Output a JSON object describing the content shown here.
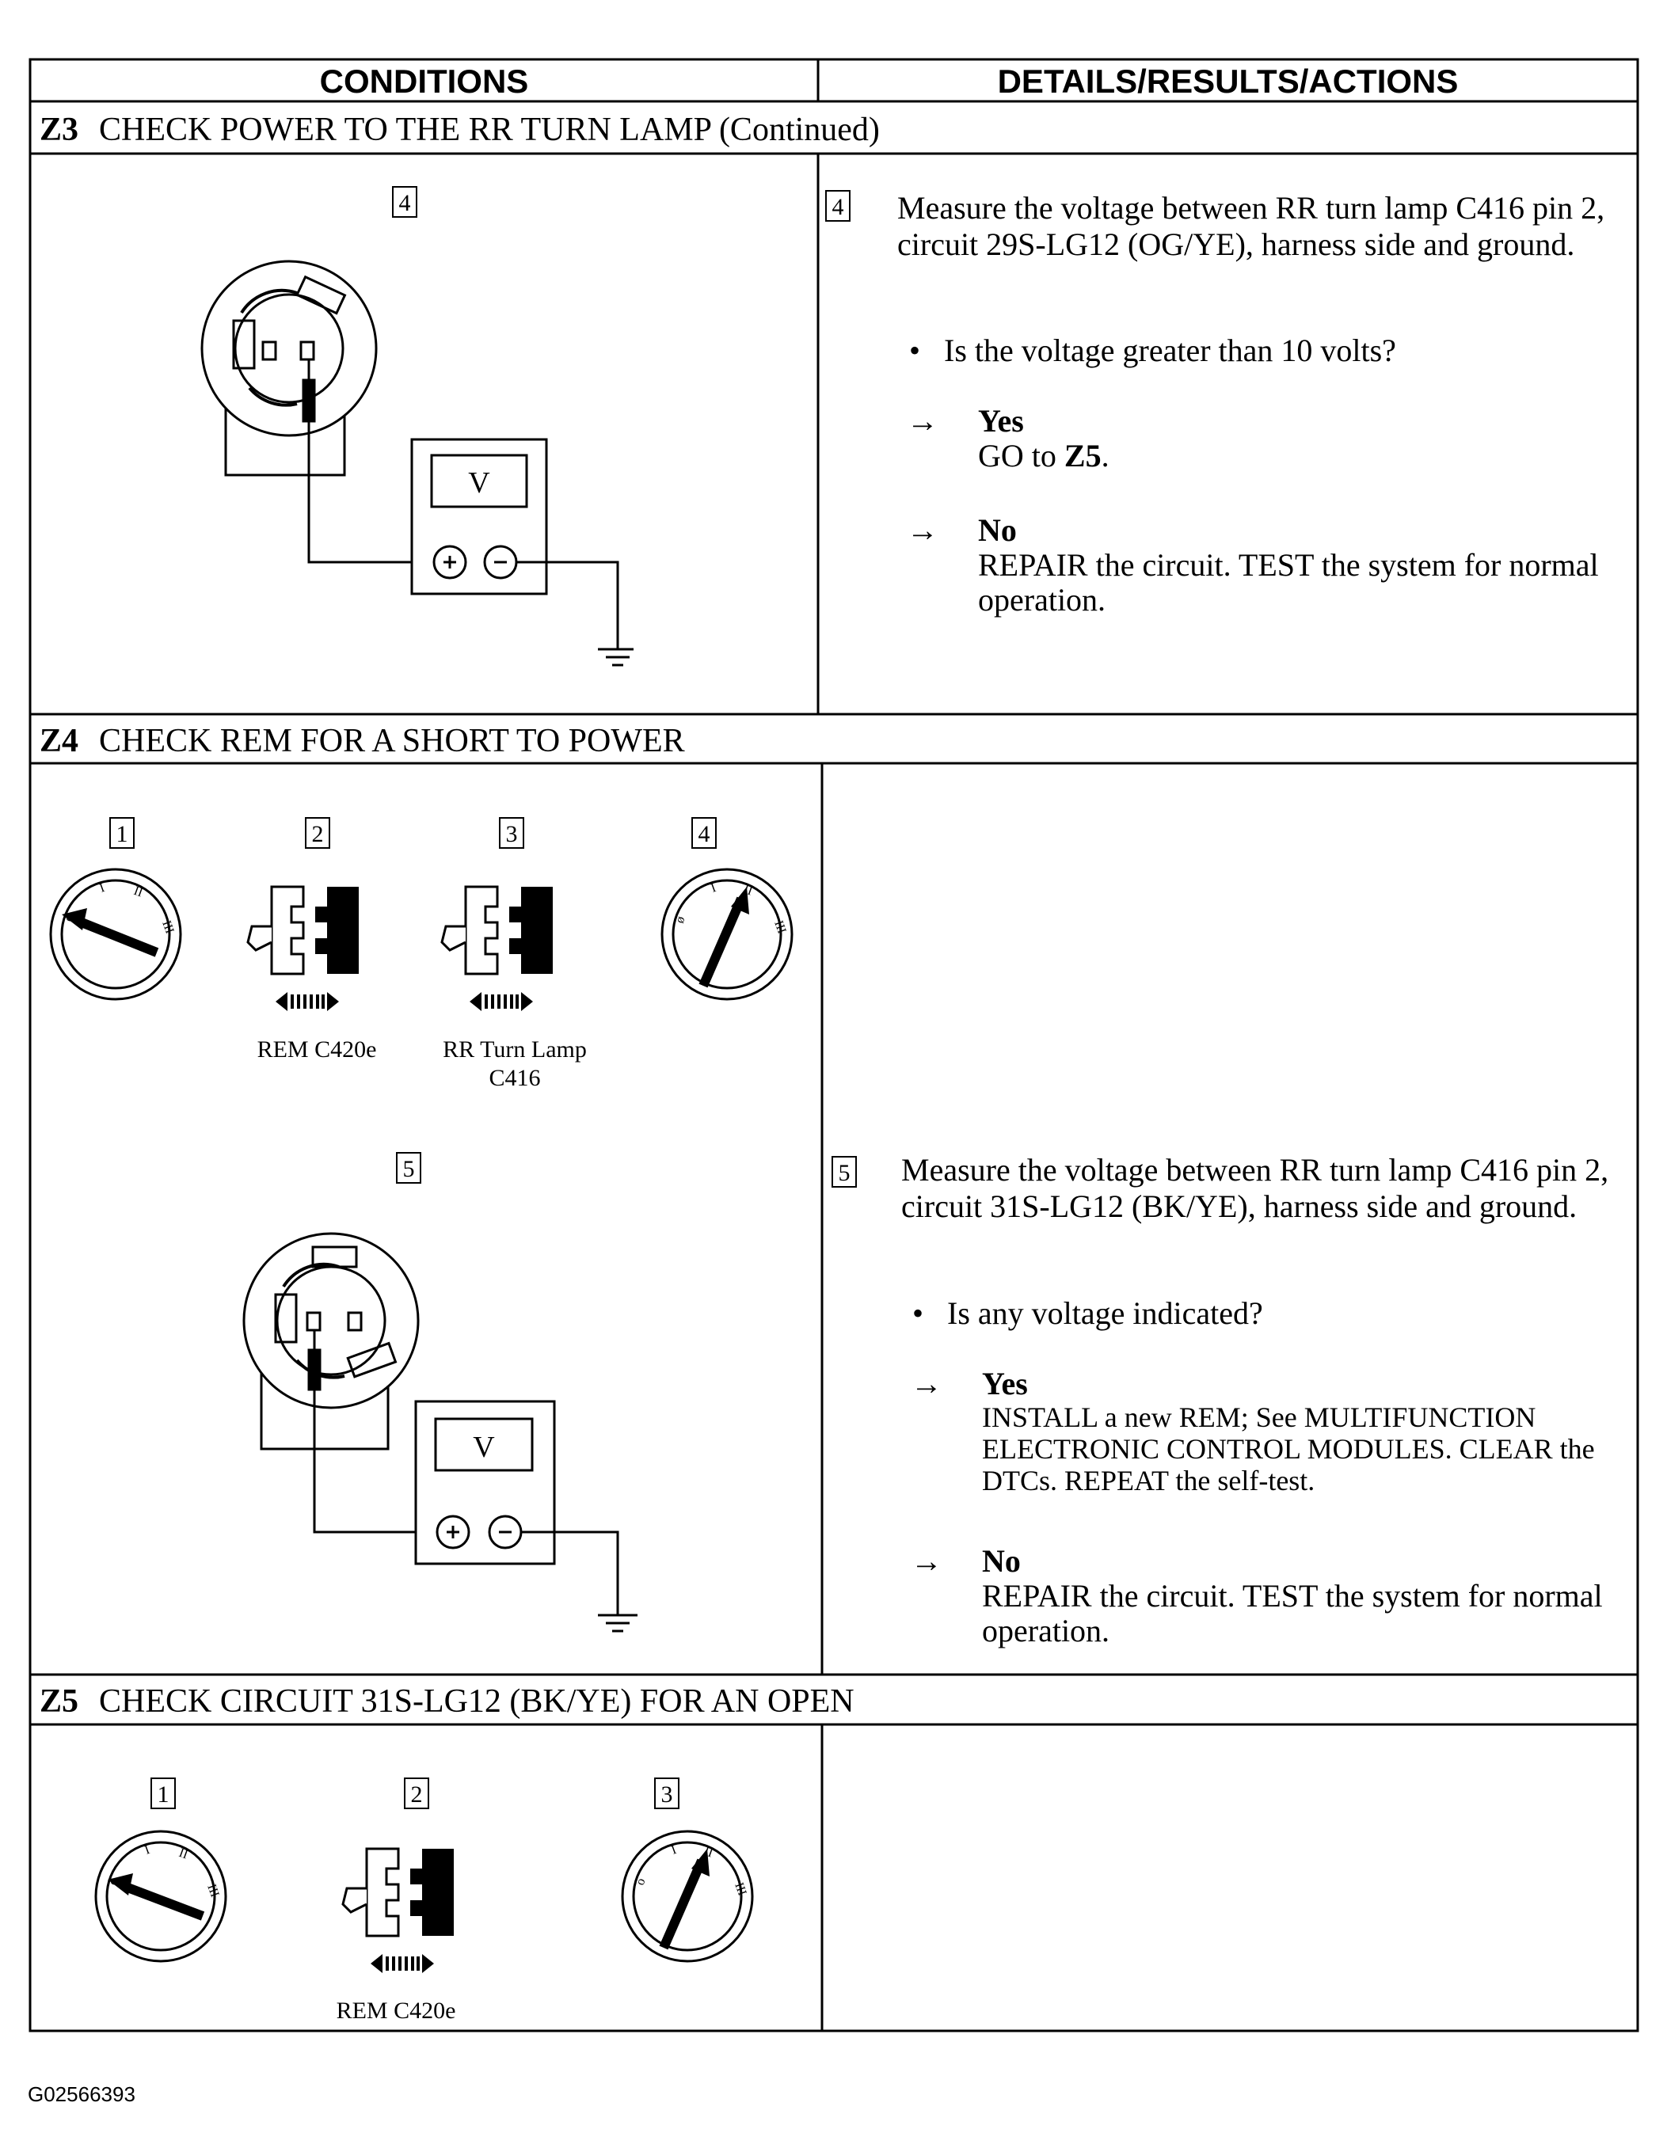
{
  "header": {
    "conditions": "CONDITIONS",
    "details": "DETAILS/RESULTS/ACTIONS"
  },
  "z3": {
    "code": "Z3",
    "title": "CHECK POWER TO THE RR TURN LAMP (Continued)",
    "figure_step": "4",
    "meter_label": "V",
    "step": {
      "number": "4",
      "text": "Measure the voltage between RR turn lamp C416 pin 2, circuit 29S-LG12 (OG/YE), harness side and ground.",
      "question": "Is the voltage greater than 10 volts?",
      "yes_label": "Yes",
      "yes_prefix": "GO to ",
      "yes_target": "Z5",
      "yes_suffix": ".",
      "no_label": "No",
      "no_action": "REPAIR the circuit. TEST the system for normal operation."
    }
  },
  "z4": {
    "code": "Z4",
    "title": "CHECK REM FOR A SHORT TO POWER",
    "figures": [
      "1",
      "2",
      "3",
      "4",
      "5"
    ],
    "caption_rem": "REM C420e",
    "caption_lamp_line1": "RR Turn Lamp",
    "caption_lamp_line2": "C416",
    "meter_label": "V",
    "step": {
      "number": "5",
      "text": "Measure the voltage between RR turn lamp C416 pin 2, circuit 31S-LG12 (BK/YE), harness side and ground.",
      "question": "Is any voltage indicated?",
      "yes_label": "Yes",
      "yes_action": "INSTALL  a new REM; See MULTIFUNCTION ELECTRONIC CONTROL MODULES. CLEAR the DTCs. REPEAT the self-test.",
      "no_label": "No",
      "no_action": "REPAIR the circuit. TEST the system for normal operation."
    }
  },
  "z5": {
    "code": "Z5",
    "title": "CHECK CIRCUIT 31S-LG12 (BK/YE) FOR AN OPEN",
    "figures": [
      "1",
      "2",
      "3"
    ],
    "caption_rem": "REM C420e"
  },
  "footer": {
    "image_id": "G02566393"
  }
}
